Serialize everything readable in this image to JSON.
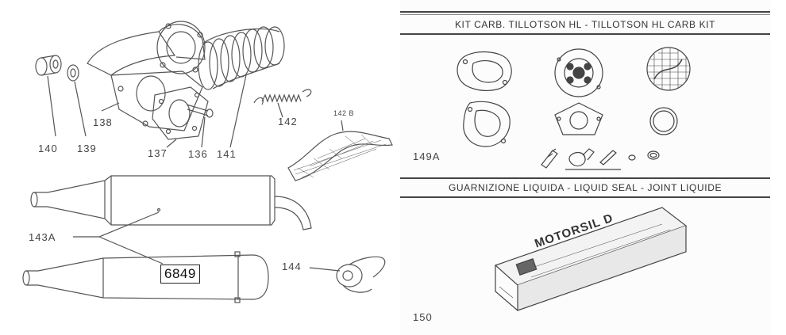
{
  "left_panel": {
    "part_labels": [
      "140",
      "139",
      "138",
      "137",
      "136",
      "141",
      "142",
      "142 B",
      "143A",
      "144"
    ],
    "boxed_code": "6849"
  },
  "right_panel": {
    "kit_section": {
      "title": "KIT CARB. TILLOTSON HL - TILLOTSON HL  CARB KIT",
      "part_number": "149A"
    },
    "seal_section": {
      "title": "GUARNIZIONE LIQUIDA - LIQUID SEAL - JOINT LIQUIDE",
      "part_number": "150",
      "box_brand": "MOTORSIL D"
    }
  }
}
